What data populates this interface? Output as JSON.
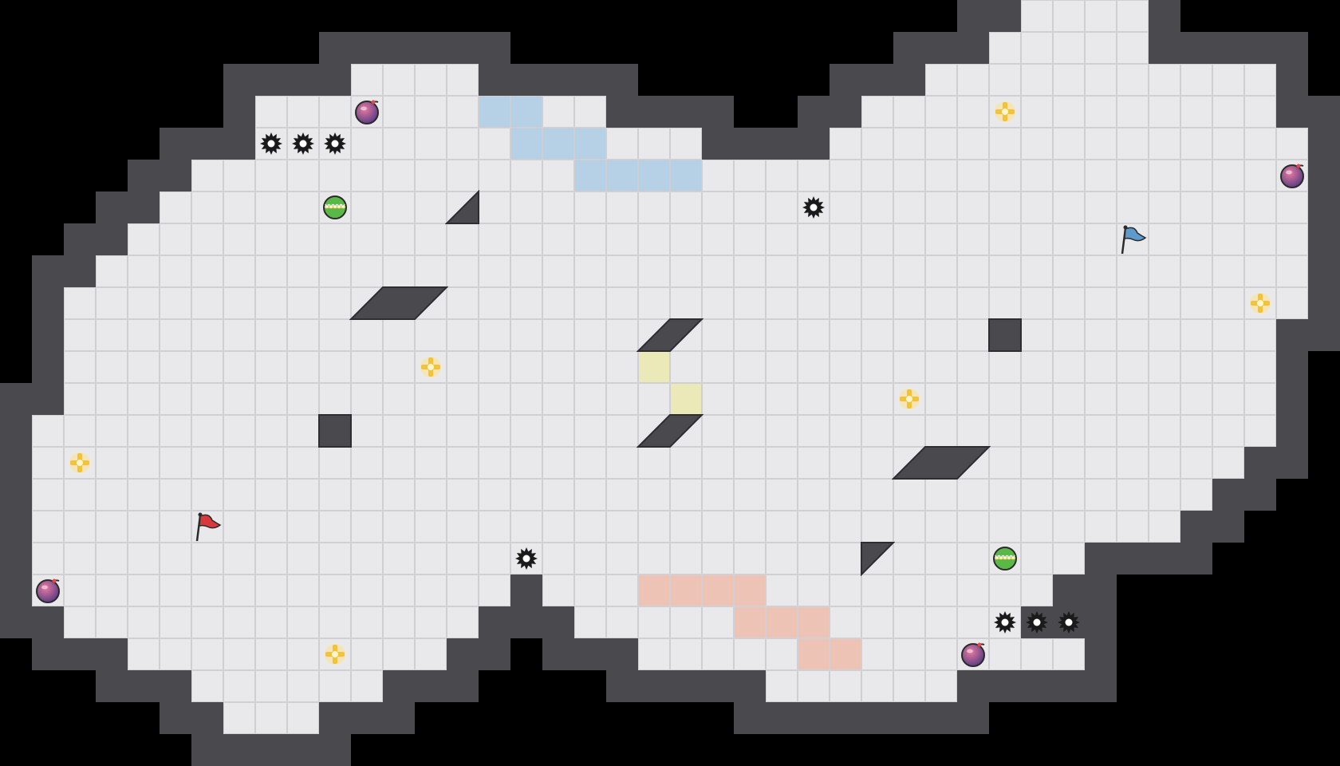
{
  "map": {
    "name": "game-map",
    "cols": 42,
    "rows": 24,
    "colors": {
      "void": "#000000",
      "wall": "#4a4a4e",
      "wall_dark": "#2e2e32",
      "floor": "#e9e9ec",
      "grid": "#cfcfd4",
      "blue_zone": "#b6d1e6",
      "yellow_zone": "#ece9b8",
      "red_zone": "#ecc3b5",
      "red_flag": "#d8393c",
      "blue_flag": "#5c9bcc",
      "powerup": "#f2c23a",
      "bomb": "#7b4b82",
      "boost": "#59b848",
      "spike": "#1a1a1a"
    },
    "floor_rows": [
      [
        [
          32,
          35
        ]
      ],
      [
        [
          31,
          35
        ]
      ],
      [
        [
          11,
          14
        ],
        [
          29,
          39
        ]
      ],
      [
        [
          8,
          18
        ],
        [
          27,
          39
        ]
      ],
      [
        [
          8,
          21
        ],
        [
          26,
          40
        ]
      ],
      [
        [
          6,
          24
        ],
        [
          25,
          40
        ]
      ],
      [
        [
          5,
          40
        ]
      ],
      [
        [
          4,
          40
        ]
      ],
      [
        [
          3,
          40
        ]
      ],
      [
        [
          2,
          40
        ]
      ],
      [
        [
          2,
          39
        ]
      ],
      [
        [
          2,
          39
        ]
      ],
      [
        [
          2,
          39
        ]
      ],
      [
        [
          1,
          39
        ]
      ],
      [
        [
          1,
          38
        ]
      ],
      [
        [
          1,
          37
        ]
      ],
      [
        [
          1,
          36
        ]
      ],
      [
        [
          1,
          33
        ]
      ],
      [
        [
          1,
          15
        ],
        [
          17,
          32
        ]
      ],
      [
        [
          2,
          14
        ],
        [
          18,
          31
        ]
      ],
      [
        [
          4,
          13
        ],
        [
          20,
          33
        ]
      ],
      [
        [
          6,
          11
        ],
        [
          24,
          29
        ]
      ],
      [
        [
          7,
          9
        ]
      ]
    ],
    "blue_zone": [
      [
        15,
        3
      ],
      [
        16,
        3
      ],
      [
        16,
        4
      ],
      [
        17,
        4
      ],
      [
        18,
        4
      ],
      [
        18,
        5
      ],
      [
        19,
        5
      ],
      [
        20,
        5
      ],
      [
        21,
        5
      ]
    ],
    "yellow_zone": [
      [
        20,
        11
      ],
      [
        21,
        12
      ]
    ],
    "red_zone": [
      [
        20,
        18
      ],
      [
        21,
        18
      ],
      [
        22,
        18
      ],
      [
        23,
        18
      ],
      [
        23,
        19
      ],
      [
        24,
        19
      ],
      [
        25,
        19
      ],
      [
        25,
        20
      ],
      [
        26,
        20
      ]
    ],
    "wall_blocks": [
      [
        10,
        13
      ],
      [
        31,
        10
      ]
    ],
    "ramps": [
      {
        "cells": [
          [
            11,
            9
          ],
          [
            12,
            9
          ],
          [
            13,
            9
          ]
        ],
        "direction": "up-right"
      },
      {
        "cells": [
          [
            20,
            10
          ],
          [
            21,
            10
          ]
        ],
        "direction": "up-right"
      },
      {
        "cells": [
          [
            20,
            13
          ],
          [
            21,
            13
          ]
        ],
        "direction": "up-right"
      },
      {
        "cells": [
          [
            28,
            14
          ],
          [
            29,
            14
          ],
          [
            30,
            14
          ]
        ],
        "direction": "up-right"
      },
      {
        "cells": [
          [
            14,
            6
          ]
        ],
        "direction": "up-right"
      },
      {
        "cells": [
          [
            27,
            17
          ]
        ],
        "direction": "down-left"
      }
    ],
    "flags": [
      {
        "name": "red-flag",
        "team": "red",
        "cell": [
          6,
          16
        ]
      },
      {
        "name": "blue-flag",
        "team": "blue",
        "cell": [
          35,
          7
        ]
      }
    ],
    "powerups": [
      [
        31,
        3
      ],
      [
        39,
        9
      ],
      [
        13,
        11
      ],
      [
        28,
        12
      ],
      [
        2,
        14
      ],
      [
        10,
        20
      ]
    ],
    "bombs": [
      [
        11,
        3
      ],
      [
        40,
        5
      ],
      [
        1,
        18
      ],
      [
        30,
        20
      ]
    ],
    "boosts": [
      [
        10,
        6
      ],
      [
        31,
        17
      ]
    ],
    "spikes": [
      [
        8,
        4
      ],
      [
        9,
        4
      ],
      [
        10,
        4
      ],
      [
        25,
        6
      ],
      [
        16,
        17
      ],
      [
        31,
        19
      ],
      [
        32,
        19
      ],
      [
        33,
        19
      ]
    ]
  }
}
